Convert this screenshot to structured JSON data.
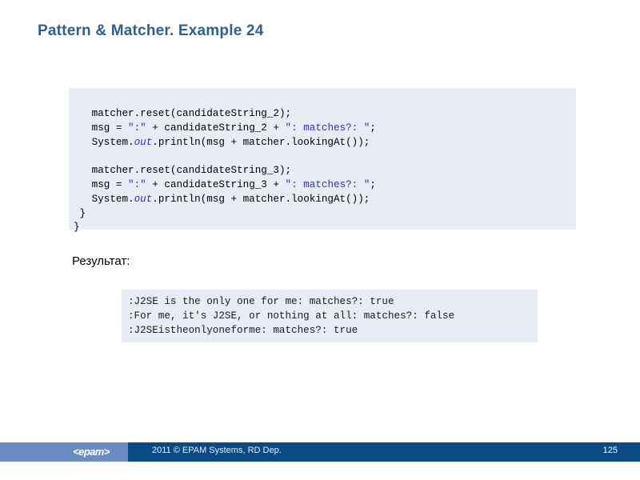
{
  "slide": {
    "title": "Pattern & Matcher. Example 24",
    "title_color": "#2e5f8f"
  },
  "code_block": {
    "background": "#e8ecf4",
    "lines": [
      {
        "id": "line-1",
        "segments": [
          {
            "text": "   matcher.reset(candidateString_2);",
            "style": "plain"
          }
        ]
      },
      {
        "id": "line-2",
        "segments": [
          {
            "text": "   msg = ",
            "style": "plain"
          },
          {
            "text": "\":\"",
            "style": "string"
          },
          {
            "text": " + candidateString_2 + ",
            "style": "plain"
          },
          {
            "text": "\": matches?: \"",
            "style": "string"
          },
          {
            "text": ";",
            "style": "plain"
          }
        ]
      },
      {
        "id": "line-3",
        "segments": [
          {
            "text": "   System.",
            "style": "plain"
          },
          {
            "text": "out",
            "style": "field"
          },
          {
            "text": ".println(msg + matcher.lookingAt());",
            "style": "plain"
          }
        ]
      },
      {
        "id": "line-4",
        "segments": []
      },
      {
        "id": "line-5",
        "segments": [
          {
            "text": "   matcher.reset(candidateString_3);",
            "style": "plain"
          }
        ]
      },
      {
        "id": "line-6",
        "segments": [
          {
            "text": "   msg = ",
            "style": "plain"
          },
          {
            "text": "\":\"",
            "style": "string"
          },
          {
            "text": " + candidateString_3 + ",
            "style": "plain"
          },
          {
            "text": "\": matches?: \"",
            "style": "string"
          },
          {
            "text": ";",
            "style": "plain"
          }
        ]
      },
      {
        "id": "line-7",
        "segments": [
          {
            "text": "   System.",
            "style": "plain"
          },
          {
            "text": "out",
            "style": "field"
          },
          {
            "text": ".println(msg + matcher.lookingAt());",
            "style": "plain"
          }
        ]
      },
      {
        "id": "line-8",
        "segments": [
          {
            "text": " }",
            "style": "plain"
          }
        ]
      },
      {
        "id": "line-9",
        "segments": [
          {
            "text": "}",
            "style": "plain"
          }
        ]
      }
    ],
    "string_color": "#2f2fbf",
    "plain_color": "#000000"
  },
  "result": {
    "label": "Результат:"
  },
  "output_block": {
    "background": "#e8ecf4",
    "lines": [
      ":J2SE is the only one for me: matches?: true",
      ":For me, it's J2SE, or nothing at all: matches?: false",
      ":J2SEistheonlyoneforme: matches?: true"
    ]
  },
  "footer": {
    "logo_text": "<epam>",
    "copyright": "2011 © EPAM Systems, RD Dep.",
    "page_number": "125",
    "band_light_color": "#6a8cc4",
    "band_dark_color": "#0b4a84"
  }
}
